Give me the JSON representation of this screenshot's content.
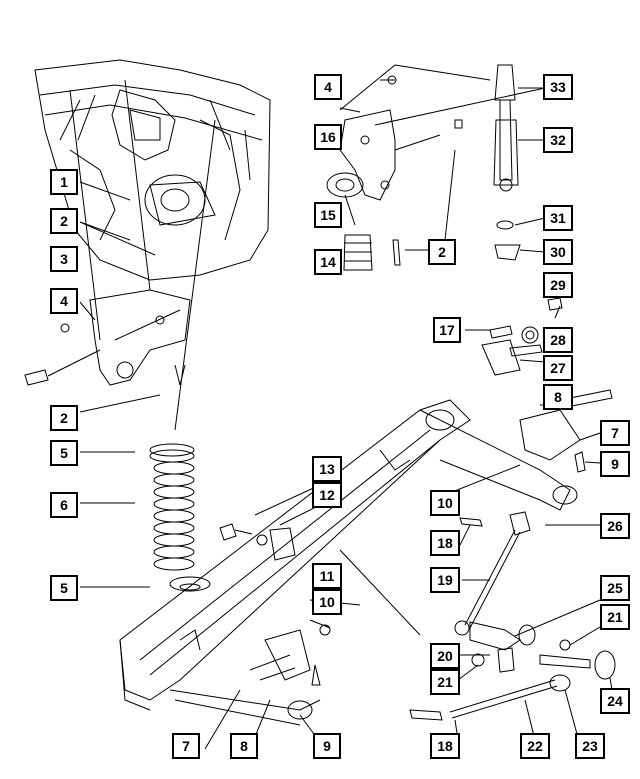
{
  "diagram": {
    "type": "exploded-parts-diagram",
    "line_color": "#000000",
    "background": "#ffffff",
    "callouts": [
      {
        "id": "c1",
        "label": "1"
      },
      {
        "id": "c2a",
        "label": "2"
      },
      {
        "id": "c3",
        "label": "3"
      },
      {
        "id": "c4a",
        "label": "4"
      },
      {
        "id": "c2b",
        "label": "2"
      },
      {
        "id": "c5a",
        "label": "5"
      },
      {
        "id": "c6",
        "label": "6"
      },
      {
        "id": "c5b",
        "label": "5"
      },
      {
        "id": "c7a",
        "label": "7"
      },
      {
        "id": "c8a",
        "label": "8"
      },
      {
        "id": "c9a",
        "label": "9"
      },
      {
        "id": "c4b",
        "label": "4"
      },
      {
        "id": "c16",
        "label": "16"
      },
      {
        "id": "c15",
        "label": "15"
      },
      {
        "id": "c14",
        "label": "14"
      },
      {
        "id": "c2c",
        "label": "2"
      },
      {
        "id": "c33",
        "label": "33"
      },
      {
        "id": "c32",
        "label": "32"
      },
      {
        "id": "c31",
        "label": "31"
      },
      {
        "id": "c30",
        "label": "30"
      },
      {
        "id": "c29",
        "label": "29"
      },
      {
        "id": "c17",
        "label": "17"
      },
      {
        "id": "c28",
        "label": "28"
      },
      {
        "id": "c27",
        "label": "27"
      },
      {
        "id": "c8b",
        "label": "8"
      },
      {
        "id": "c7b",
        "label": "7"
      },
      {
        "id": "c9b",
        "label": "9"
      },
      {
        "id": "c13",
        "label": "13"
      },
      {
        "id": "c12",
        "label": "12"
      },
      {
        "id": "c10a",
        "label": "10"
      },
      {
        "id": "c18a",
        "label": "18"
      },
      {
        "id": "c26",
        "label": "26"
      },
      {
        "id": "c19",
        "label": "19"
      },
      {
        "id": "c11",
        "label": "11"
      },
      {
        "id": "c10b",
        "label": "10"
      },
      {
        "id": "c25",
        "label": "25"
      },
      {
        "id": "c21a",
        "label": "21"
      },
      {
        "id": "c20",
        "label": "20"
      },
      {
        "id": "c21b",
        "label": "21"
      },
      {
        "id": "c24",
        "label": "24"
      },
      {
        "id": "c18b",
        "label": "18"
      },
      {
        "id": "c22",
        "label": "22"
      },
      {
        "id": "c23",
        "label": "23"
      }
    ]
  }
}
